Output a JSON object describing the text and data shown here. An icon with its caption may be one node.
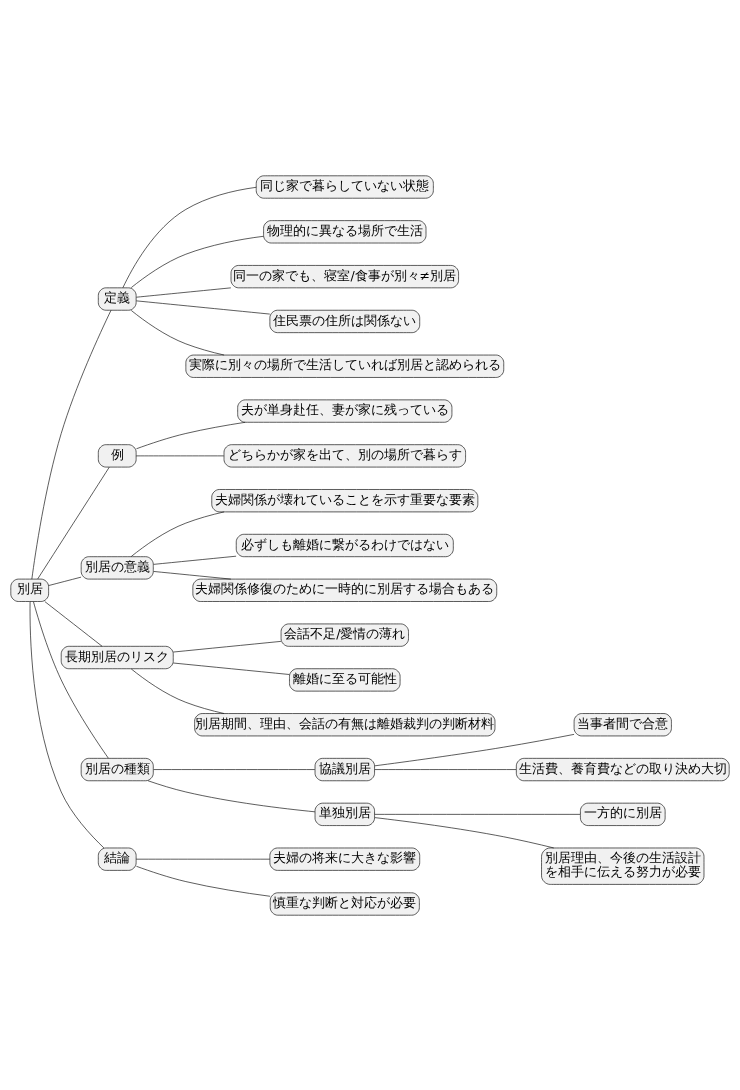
{
  "diagram": {
    "nodes": [
      {
        "text": [
          "別居"
        ]
      },
      {
        "text": [
          "定義"
        ]
      },
      {
        "text": [
          "同じ家で暮らしていない状態"
        ]
      },
      {
        "text": [
          "物理的に異なる場所で生活"
        ]
      },
      {
        "text": [
          "同一の家でも、寝室/食事が別々≠別居"
        ]
      },
      {
        "text": [
          "住民票の住所は関係ない"
        ]
      },
      {
        "text": [
          "実際に別々の場所で生活していれば別居と認められる"
        ]
      },
      {
        "text": [
          "例"
        ]
      },
      {
        "text": [
          "夫が単身赴任、妻が家に残っている"
        ]
      },
      {
        "text": [
          "どちらかが家を出て、別の場所で暮らす"
        ]
      },
      {
        "text": [
          "別居の意義"
        ]
      },
      {
        "text": [
          "夫婦関係が壊れていることを示す重要な要素"
        ]
      },
      {
        "text": [
          "必ずしも離婚に繋がるわけではない"
        ]
      },
      {
        "text": [
          "夫婦関係修復のために一時的に別居する場合もある"
        ]
      },
      {
        "text": [
          "長期別居のリスク"
        ]
      },
      {
        "text": [
          "会話不足/愛情の薄れ"
        ]
      },
      {
        "text": [
          "離婚に至る可能性"
        ]
      },
      {
        "text": [
          "別居期間、理由、会話の有無は離婚裁判の判断材料"
        ]
      },
      {
        "text": [
          "別居の種類"
        ]
      },
      {
        "text": [
          "協議別居"
        ]
      },
      {
        "text": [
          "当事者間で合意"
        ]
      },
      {
        "text": [
          "生活費、養育費などの取り決め大切"
        ]
      },
      {
        "text": [
          "単独別居"
        ]
      },
      {
        "text": [
          "一方的に別居"
        ]
      },
      {
        "text": [
          "別居理由、今後の生活設計を相手に伝える努力が必要"
        ]
      },
      {
        "text": [
          "結論"
        ]
      },
      {
        "text": [
          "夫婦の将来に大きな影響"
        ]
      },
      {
        "text": [
          "慎重な判断と対応が必要"
        ]
      }
    ],
    "edges": [
      {
        "from": 0,
        "to": 1,
        "arrow": "none"
      },
      {
        "from": 1,
        "to": 2,
        "arrow": "none"
      },
      {
        "from": 1,
        "to": 3,
        "arrow": "none"
      },
      {
        "from": 1,
        "to": 4,
        "arrow": "none"
      },
      {
        "from": 1,
        "to": 5,
        "arrow": "none"
      },
      {
        "from": 1,
        "to": 6,
        "arrow": "none"
      },
      {
        "from": 0,
        "to": 7,
        "arrow": "none"
      },
      {
        "from": 7,
        "to": 8,
        "arrow": "none"
      },
      {
        "from": 7,
        "to": 9,
        "arrow": "none"
      },
      {
        "from": 0,
        "to": 10,
        "arrow": "none"
      },
      {
        "from": 10,
        "to": 11,
        "arrow": "none"
      },
      {
        "from": 10,
        "to": 12,
        "arrow": "none"
      },
      {
        "from": 10,
        "to": 13,
        "arrow": "none"
      },
      {
        "from": 0,
        "to": 14,
        "arrow": "none"
      },
      {
        "from": 14,
        "to": 15,
        "arrow": "none"
      },
      {
        "from": 14,
        "to": 16,
        "arrow": "none"
      },
      {
        "from": 14,
        "to": 17,
        "arrow": "none"
      },
      {
        "from": 0,
        "to": 18,
        "arrow": "none"
      },
      {
        "from": 18,
        "to": 19,
        "arrow": "none"
      },
      {
        "from": 19,
        "to": 20,
        "arrow": "none"
      },
      {
        "from": 19,
        "to": 21,
        "arrow": "none"
      },
      {
        "from": 18,
        "to": 22,
        "arrow": "none"
      },
      {
        "from": 22,
        "to": 23,
        "arrow": "none"
      },
      {
        "from": 22,
        "to": 24,
        "arrow": "none"
      },
      {
        "from": 0,
        "to": 25,
        "arrow": "none"
      },
      {
        "from": 25,
        "to": 26,
        "arrow": "none"
      },
      {
        "from": 25,
        "to": 27,
        "arrow": "none"
      }
    ]
  }
}
